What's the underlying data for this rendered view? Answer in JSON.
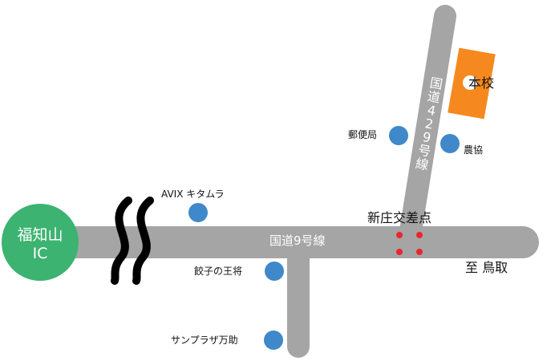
{
  "map": {
    "ic": {
      "line1": "福知山",
      "line2": "IC"
    },
    "road_main": {
      "label": "国道9号線"
    },
    "road_429": {
      "chars": [
        "国",
        "道",
        "4",
        "2",
        "9",
        "号",
        "線"
      ]
    },
    "intersection": {
      "label": "新庄交差点"
    },
    "destination": {
      "label": "至 鳥取"
    },
    "school": {
      "label": "本校"
    },
    "landmarks": [
      {
        "label": "AVIX キタムラ"
      },
      {
        "label": "郵便局"
      },
      {
        "label": "農協"
      },
      {
        "label": "餃子の王将"
      },
      {
        "label": "サンプラザ万助"
      }
    ],
    "colors": {
      "road": "#a5a5a5",
      "ic": "#3cb371",
      "landmark": "#3f88c9",
      "school": "#f5891f",
      "signal": "#e8262d",
      "river": "#000000"
    }
  }
}
